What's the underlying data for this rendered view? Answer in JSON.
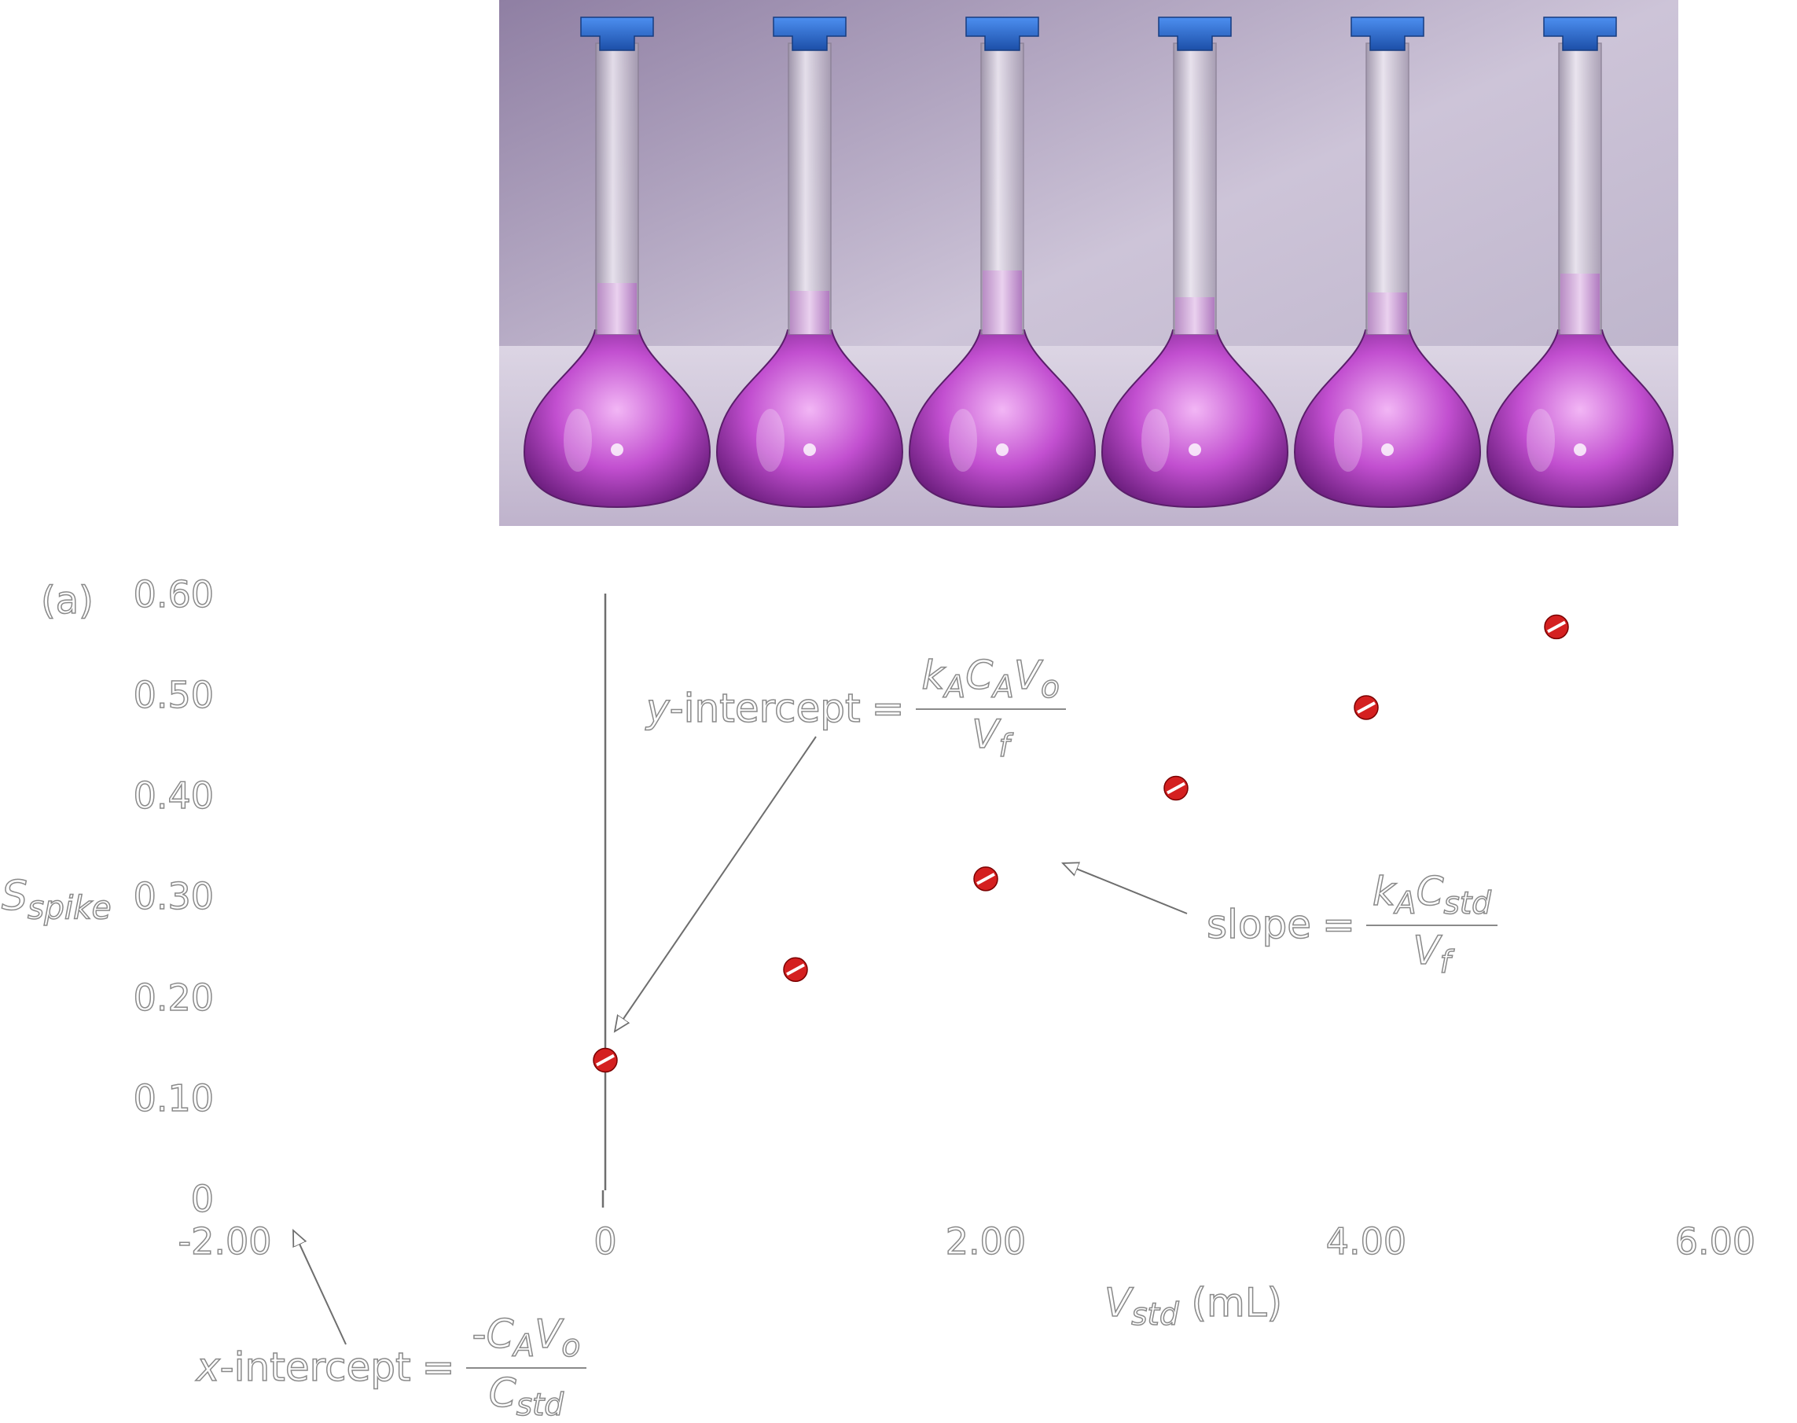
{
  "colors": {
    "point_fill": "#d42020",
    "point_stroke": "#7a0000",
    "axis": "#6e6e6e",
    "label_outline": "#8a8a8a",
    "flask_cap": "#2f6fd0",
    "solution": "#c24fd0",
    "photo_bg": "#a89ab8"
  },
  "photo": {
    "flask_count": 6
  },
  "panel_label": "(a)",
  "chart_data": {
    "type": "scatter",
    "xlabel": {
      "main": "V",
      "sub": "std",
      "unit": " (mL)"
    },
    "ylabel": {
      "main": "S",
      "sub": "spike"
    },
    "x_ticks": [
      "-2.00",
      "0",
      "2.00",
      "4.00",
      "6.00"
    ],
    "y_ticks": [
      "0.60",
      "0.50",
      "0.40",
      "0.30",
      "0.20",
      "0.10",
      "0"
    ],
    "xlim": [
      -2,
      6
    ],
    "ylim": [
      0,
      0.6
    ],
    "x": [
      0,
      1.0,
      2.0,
      3.0,
      4.0,
      5.0
    ],
    "y": [
      0.14,
      0.23,
      0.32,
      0.41,
      0.49,
      0.57
    ],
    "annotations": {
      "y_intercept": {
        "label": "y",
        "rest": "-intercept",
        "eq": "=",
        "num_parts": [
          [
            "k",
            "A"
          ],
          [
            "C",
            "A"
          ],
          [
            "V",
            "o"
          ]
        ],
        "den_parts": [
          [
            "V",
            "f"
          ]
        ]
      },
      "slope": {
        "label": "slope",
        "eq": "=",
        "num_parts": [
          [
            "k",
            "A"
          ],
          [
            "C",
            "std"
          ]
        ],
        "den_parts": [
          [
            "V",
            "f"
          ]
        ]
      },
      "x_intercept": {
        "label": "x",
        "rest": "-intercept",
        "eq": "=",
        "num_prefix": "-",
        "num_parts": [
          [
            "C",
            "A"
          ],
          [
            "V",
            "o"
          ]
        ],
        "den_parts": [
          [
            "C",
            "std"
          ]
        ]
      }
    }
  }
}
